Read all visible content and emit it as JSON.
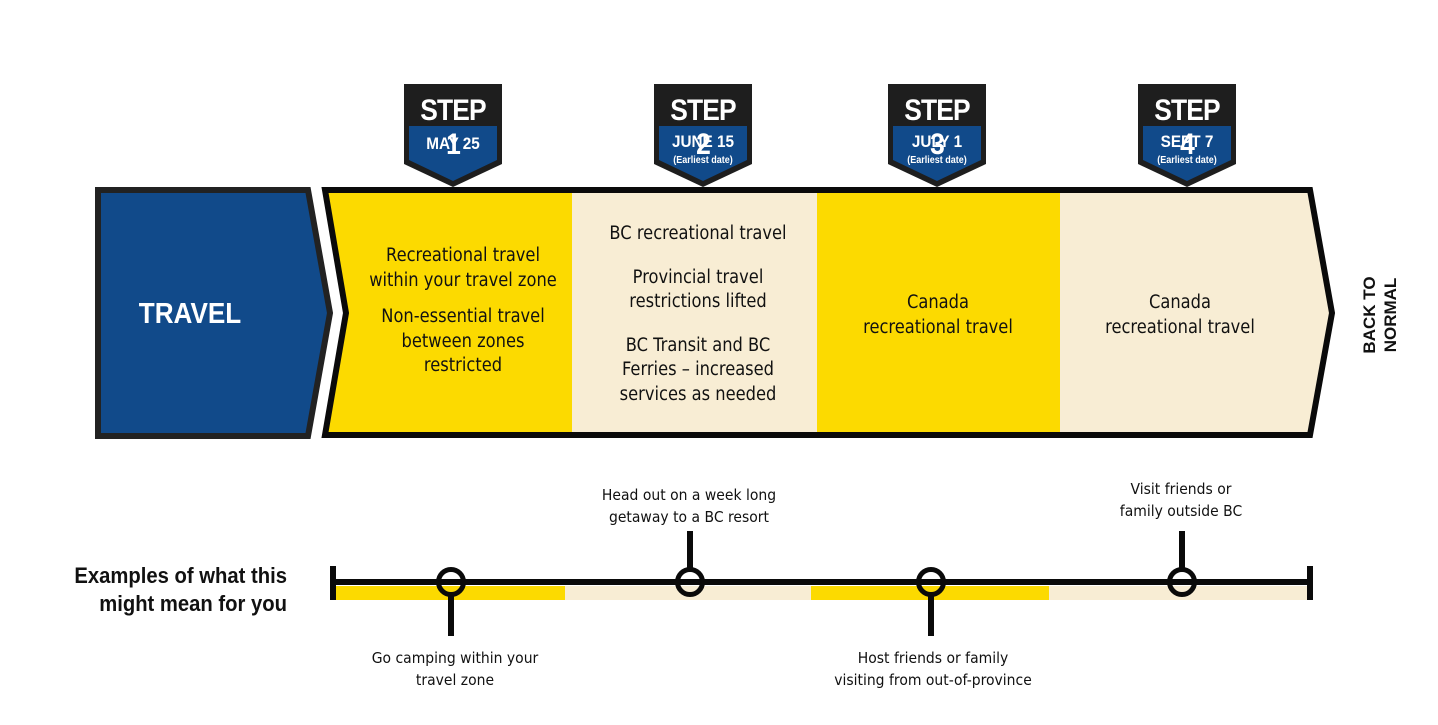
{
  "colors": {
    "navy": "#114A8A",
    "yellow": "#FCDA00",
    "cream": "#F8EDD4",
    "black": "#0A0A0A",
    "white": "#FFFFFF"
  },
  "category": {
    "label": "TRAVEL"
  },
  "steps": [
    {
      "title": "STEP 1",
      "date": "MAY 25",
      "note": ""
    },
    {
      "title": "STEP 2",
      "date": "JUNE 15",
      "note": "(Earliest date)"
    },
    {
      "title": "STEP 3",
      "date": "JULY 1",
      "note": "(Earliest date)"
    },
    {
      "title": "STEP 4",
      "date": "SEPT 7",
      "note": "(Earliest date)"
    }
  ],
  "phases": [
    {
      "color": "yellow",
      "lines": [
        "Recreational travel within your travel zone",
        "Non-essential travel between zones restricted"
      ]
    },
    {
      "color": "cream",
      "lines": [
        "BC recreational travel",
        "Provincial travel restrictions lifted",
        "BC Transit and BC Ferries – increased services as needed"
      ]
    },
    {
      "color": "yellow",
      "lines": [
        "Canada recreational travel"
      ]
    },
    {
      "color": "cream",
      "lines": [
        "Canada recreational travel"
      ]
    }
  ],
  "end_label": {
    "line1": "BACK TO",
    "line2": "NORMAL"
  },
  "examples": {
    "title_line1": "Examples of what this",
    "title_line2": "might mean for you",
    "items": [
      {
        "phase": 1,
        "position": "below",
        "line1": "Go camping within your",
        "line2": "travel zone"
      },
      {
        "phase": 2,
        "position": "above",
        "line1": "Head out on a week long",
        "line2": "getaway to a BC resort"
      },
      {
        "phase": 3,
        "position": "below",
        "line1": "Host friends or family",
        "line2": "visiting from out-of-province"
      },
      {
        "phase": 4,
        "position": "above",
        "line1": "Visit friends or",
        "line2": "family outside BC"
      }
    ]
  }
}
